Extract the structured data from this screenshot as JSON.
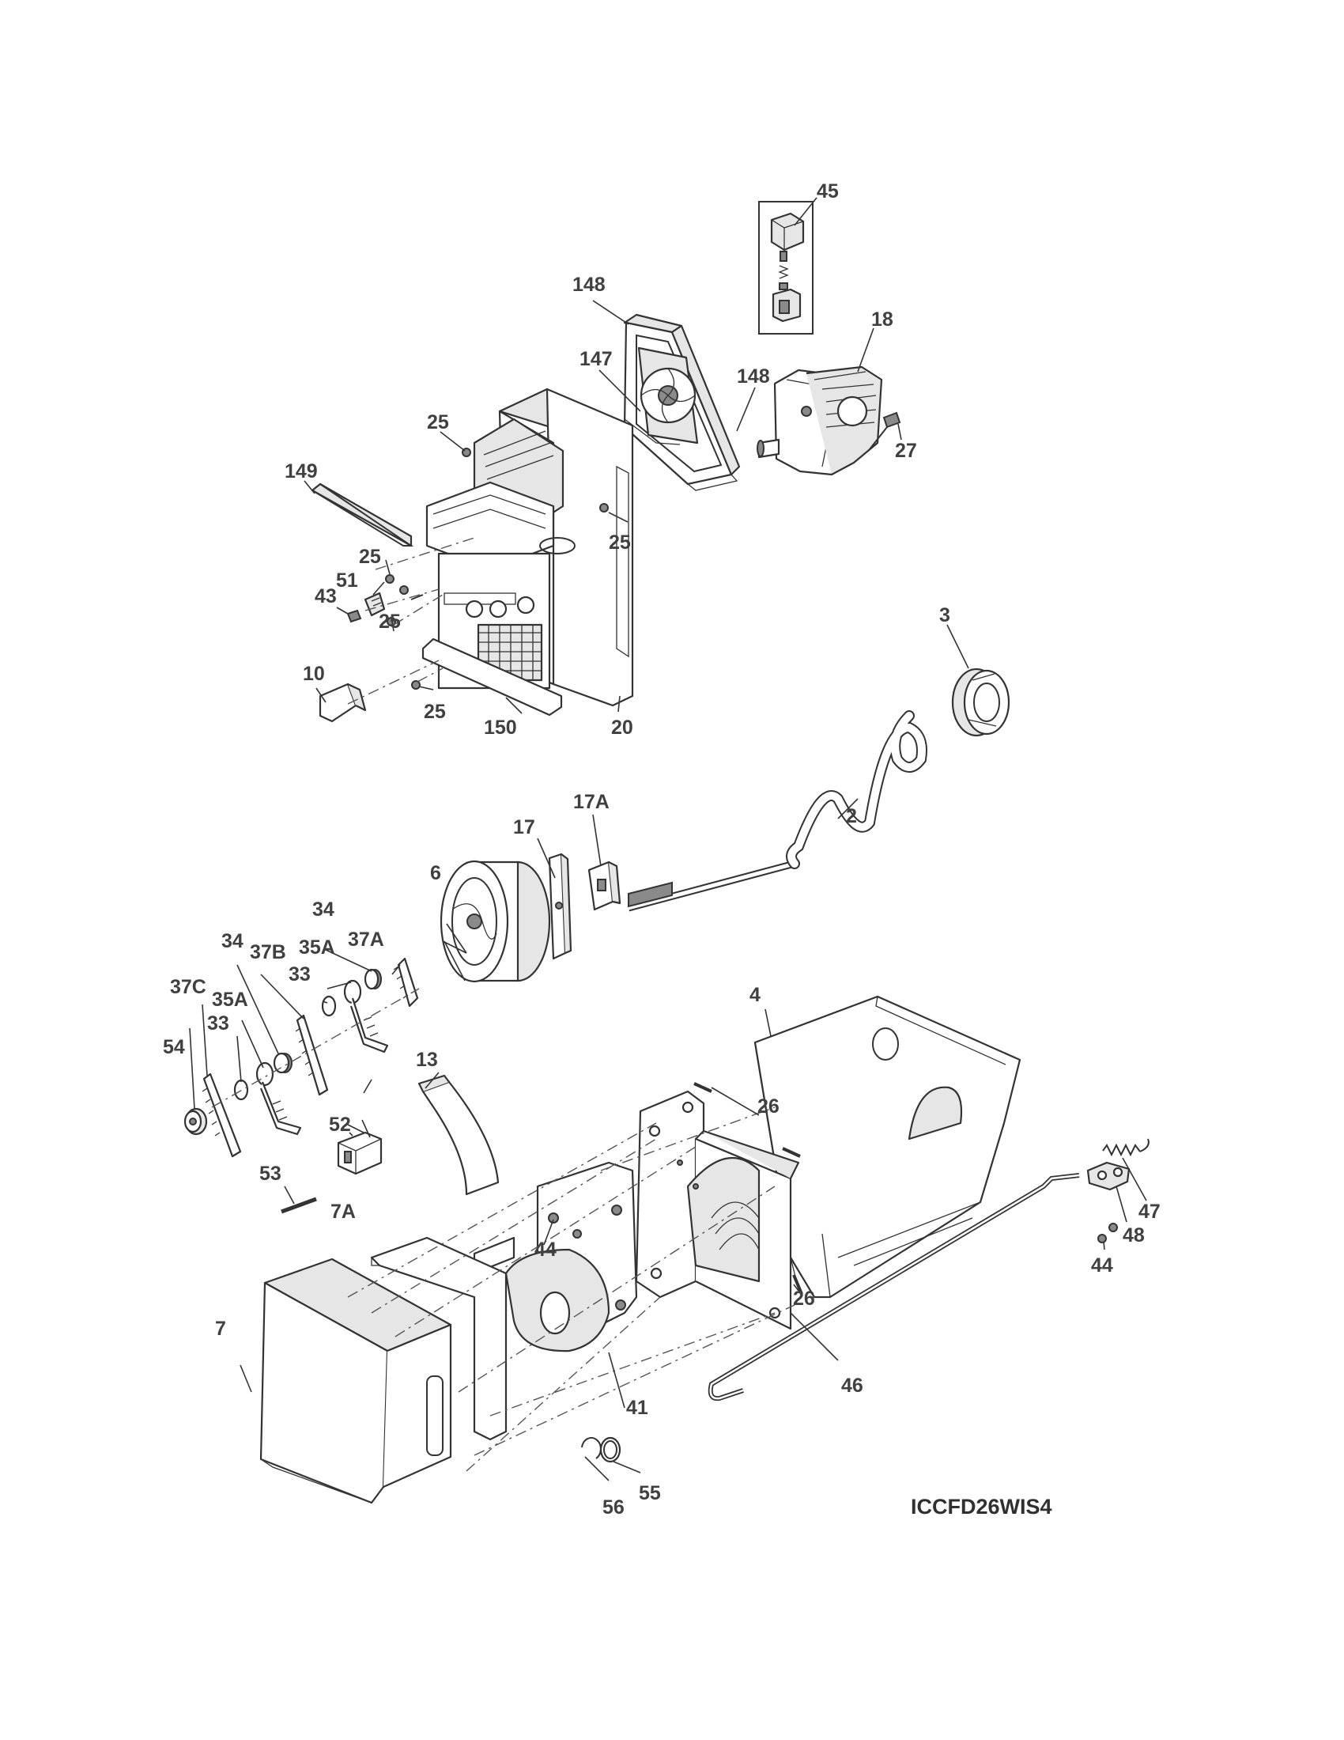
{
  "model_code": "ICCFD26WIS4",
  "callouts": [
    {
      "id": "c45",
      "text": "45"
    },
    {
      "id": "c148a",
      "text": "148"
    },
    {
      "id": "c18",
      "text": "18"
    },
    {
      "id": "c147",
      "text": "147"
    },
    {
      "id": "c148b",
      "text": "148"
    },
    {
      "id": "c25a",
      "text": "25"
    },
    {
      "id": "c27",
      "text": "27"
    },
    {
      "id": "c149",
      "text": "149"
    },
    {
      "id": "c25b",
      "text": "25"
    },
    {
      "id": "c25c",
      "text": "25"
    },
    {
      "id": "c51",
      "text": "51"
    },
    {
      "id": "c43",
      "text": "43"
    },
    {
      "id": "c25d",
      "text": "25"
    },
    {
      "id": "c3",
      "text": "3"
    },
    {
      "id": "c10",
      "text": "10"
    },
    {
      "id": "c25e",
      "text": "25"
    },
    {
      "id": "c150",
      "text": "150"
    },
    {
      "id": "c20",
      "text": "20"
    },
    {
      "id": "c17A",
      "text": "17A"
    },
    {
      "id": "c2",
      "text": "2"
    },
    {
      "id": "c17",
      "text": "17"
    },
    {
      "id": "c6",
      "text": "6"
    },
    {
      "id": "c34a",
      "text": "34"
    },
    {
      "id": "c34b",
      "text": "34"
    },
    {
      "id": "c37B",
      "text": "37B"
    },
    {
      "id": "c35Aa",
      "text": "35A"
    },
    {
      "id": "c37A",
      "text": "37A"
    },
    {
      "id": "c33a",
      "text": "33"
    },
    {
      "id": "c37C",
      "text": "37C"
    },
    {
      "id": "c35Ab",
      "text": "35A"
    },
    {
      "id": "c4",
      "text": "4"
    },
    {
      "id": "c33b",
      "text": "33"
    },
    {
      "id": "c54",
      "text": "54"
    },
    {
      "id": "c13",
      "text": "13"
    },
    {
      "id": "c26a",
      "text": "26"
    },
    {
      "id": "c52",
      "text": "52"
    },
    {
      "id": "c53",
      "text": "53"
    },
    {
      "id": "c47",
      "text": "47"
    },
    {
      "id": "c7A",
      "text": "7A"
    },
    {
      "id": "c48",
      "text": "48"
    },
    {
      "id": "c44a",
      "text": "44"
    },
    {
      "id": "c44b",
      "text": "44"
    },
    {
      "id": "c7",
      "text": "7"
    },
    {
      "id": "c26b",
      "text": "26"
    },
    {
      "id": "c46",
      "text": "46"
    },
    {
      "id": "c41",
      "text": "41"
    },
    {
      "id": "c55",
      "text": "55"
    },
    {
      "id": "c56",
      "text": "56"
    }
  ]
}
